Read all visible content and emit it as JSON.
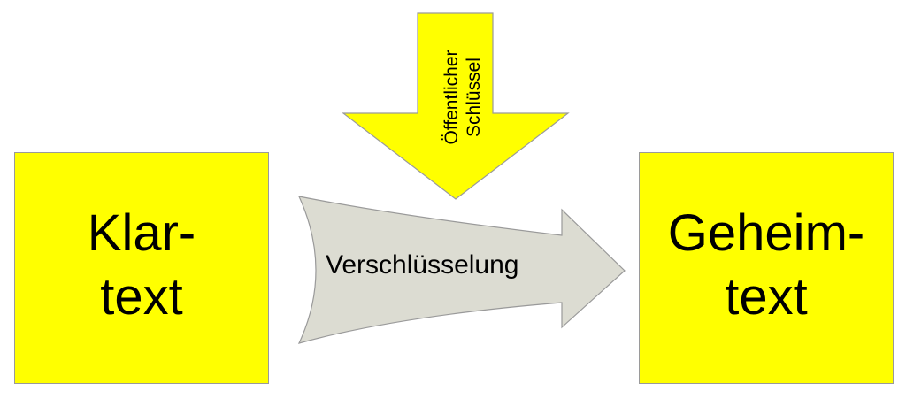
{
  "plaintext": {
    "line1": "Klar-",
    "line2": "text"
  },
  "ciphertext": {
    "line1": "Geheim-",
    "line2": "text"
  },
  "encryption": {
    "label": "Verschlüsselung"
  },
  "public_key": {
    "line1": "Öffentlicher",
    "line2": "Schlüssel"
  },
  "colors": {
    "box_fill": "#ffff00",
    "arrow_fill": "#dcdcd2",
    "outline": "#9a9a9a"
  }
}
